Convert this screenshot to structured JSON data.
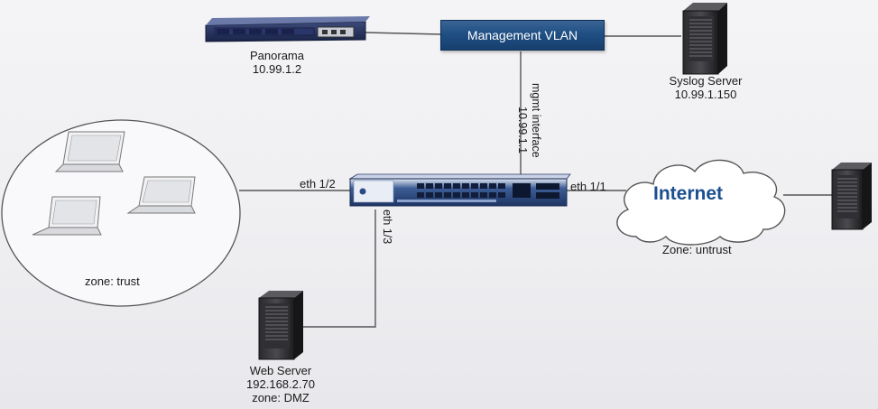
{
  "diagram": {
    "management_vlan": "Management VLAN",
    "panorama": {
      "name": "Panorama",
      "ip": "10.99.1.2"
    },
    "syslog": {
      "name": "Syslog Server",
      "ip": "10.99.1.150"
    },
    "mgmt": {
      "label": "mgmt interface",
      "ip": "10.99.1.1"
    },
    "ports": {
      "eth12": "eth 1/2",
      "eth11": "eth 1/1",
      "eth13": "eth 1/3"
    },
    "internet": {
      "label": "Internet",
      "zone": "Zone: untrust"
    },
    "trust_zone": "zone: trust",
    "web_server": {
      "name": "Web Server",
      "ip": "192.168.2.70",
      "zone": "zone: DMZ"
    },
    "colors": {
      "vlan_fill": "#1f4f84",
      "internet_text": "#1c4f8f",
      "line": "#555555"
    },
    "icons": [
      "panorama-appliance-icon",
      "syslog-server-icon",
      "firewall-icon",
      "laptop-icon",
      "cloud-icon",
      "web-server-icon",
      "remote-server-icon"
    ]
  }
}
